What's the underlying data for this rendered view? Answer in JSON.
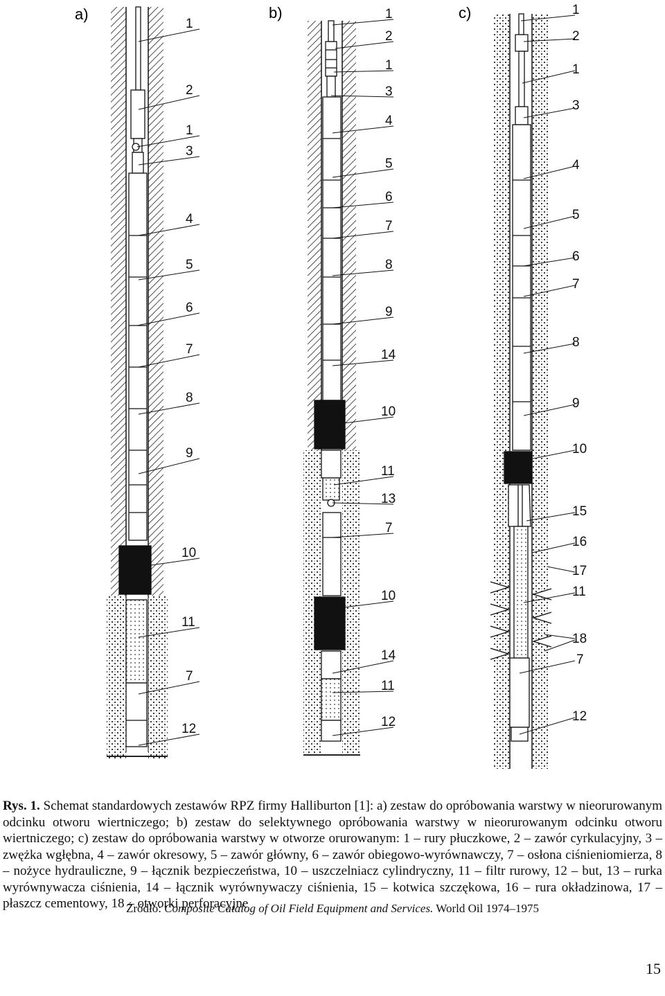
{
  "figure": {
    "panels": [
      {
        "id": "a",
        "label": "a)",
        "callouts": [
          "1",
          "2",
          "1",
          "3",
          "4",
          "5",
          "6",
          "7",
          "8",
          "9",
          "10",
          "11",
          "7",
          "12"
        ]
      },
      {
        "id": "b",
        "label": "b)",
        "callouts": [
          "1",
          "2",
          "1",
          "3",
          "4",
          "5",
          "6",
          "7",
          "8",
          "9",
          "14",
          "10",
          "11",
          "13",
          "7",
          "10",
          "14",
          "11",
          "12"
        ]
      },
      {
        "id": "c",
        "label": "c)",
        "callouts": [
          "1",
          "2",
          "1",
          "3",
          "4",
          "5",
          "6",
          "7",
          "8",
          "9",
          "10",
          "15",
          "16",
          "17",
          "11",
          "18",
          "7",
          "12"
        ]
      }
    ]
  },
  "caption": {
    "lead": "Rys. 1.",
    "text": "Schemat standardowych zestawów RPZ firmy Halliburton [1]: a) zestaw do opróbowania warstwy w nieorurowanym odcinku otworu wiertniczego; b) zestaw do selektywnego opróbowania warstwy w nieorurowanym odcinku otworu wiertniczego; c) zestaw do opróbowania warstwy w otworze orurowanym: 1 – rury płuczkowe, 2 – zawór cyrkulacyjny, 3 – zwężka wgłębna, 4 – zawór okresowy, 5 – zawór główny, 6 – zawór obiegowo-wyrównawczy, 7 – osłona ciśnieniomierza, 8 – nożyce hydrauliczne, 9 – łącznik bezpieczeństwa, 10 – uszczelniacz cylindryczny, 11 – filtr rurowy, 12 – but, 13 – rurka wyrównywacza ciśnienia, 14 – łącznik wyrównywaczy ciśnienia, 15 – kotwica szczękowa, 16 – rura okładzinowa, 17 – płaszcz cementowy, 18 – otworki perforacyjne"
  },
  "source": {
    "prefix": "Źródło:",
    "title": "Composite Catalog of Oil Field Equipment and Services.",
    "suffix": "World Oil 1974–1975"
  },
  "page_number": "15"
}
